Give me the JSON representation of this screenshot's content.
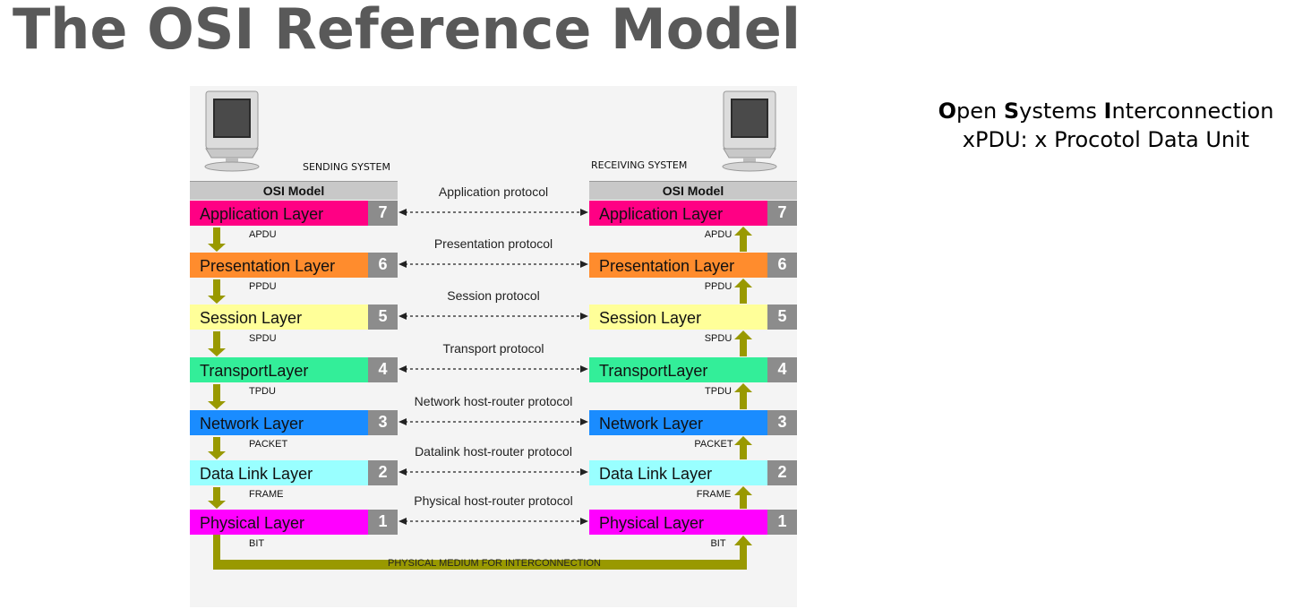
{
  "title": "The OSI Reference Model",
  "acronym": {
    "open_initial": "O",
    "open_rest": "pen ",
    "systems_initial": "S",
    "systems_rest": "ystems ",
    "inter_initial": "I",
    "inter_rest": "nterconnection",
    "subtitle": "xPDU: x Procotol Data Unit"
  },
  "diagram": {
    "sending_label": "SENDING SYSTEM",
    "receiving_label": "RECEIVING SYSTEM",
    "stack_header": "OSI Model",
    "medium_label": "PHYSICAL MEDIUM FOR INTERCONNECTION",
    "layers": [
      {
        "name": "Application Layer",
        "number": "7",
        "color": "#ff0084",
        "protocol": "Application protocol",
        "pdu": "APDU"
      },
      {
        "name": "Presentation Layer",
        "number": "6",
        "color": "#ff8c2d",
        "protocol": "Presentation protocol",
        "pdu": "PPDU"
      },
      {
        "name": "Session Layer",
        "number": "5",
        "color": "#ffff99",
        "protocol": "Session protocol",
        "pdu": "SPDU"
      },
      {
        "name": "TransportLayer",
        "number": "4",
        "color": "#33ee99",
        "protocol": "Transport protocol",
        "pdu": "TPDU"
      },
      {
        "name": "Network Layer",
        "number": "3",
        "color": "#1a8cff",
        "protocol": "Network host-router protocol",
        "pdu": "PACKET"
      },
      {
        "name": "Data Link Layer",
        "number": "2",
        "color": "#99ffff",
        "protocol": "Datalink host-router protocol",
        "pdu": "FRAME"
      },
      {
        "name": "Physical Layer",
        "number": "1",
        "color": "#ff00ff",
        "protocol": "Physical host-router protocol",
        "pdu": "BIT"
      }
    ],
    "arrow_color": "#999900"
  }
}
